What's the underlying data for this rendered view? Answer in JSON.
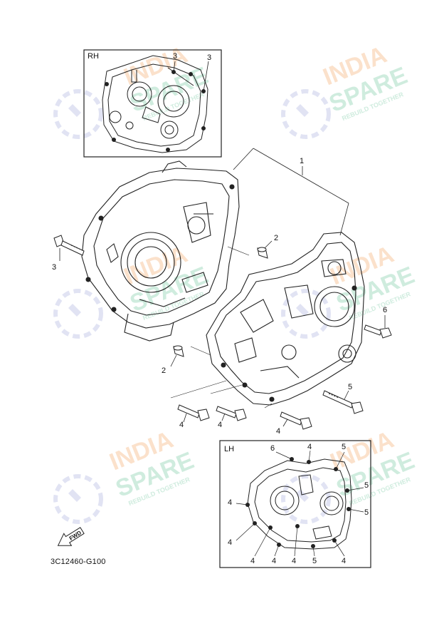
{
  "diagram": {
    "inset_rh": {
      "label": "RH",
      "callouts": [
        "3",
        "3"
      ]
    },
    "inset_lh": {
      "label": "LH",
      "callouts": [
        "6",
        "4",
        "5",
        "5",
        "5",
        "4",
        "4",
        "4",
        "4",
        "4",
        "5",
        "4"
      ]
    },
    "main_callouts": [
      "1",
      "2",
      "3",
      "2",
      "6",
      "5",
      "4",
      "4",
      "4"
    ],
    "fwd_arrow": "FWD",
    "drawing_code": "3C12460-G100",
    "watermark": {
      "brand_top": "INDIA",
      "brand_bottom": "SPARE",
      "tagline": "REBUILD TOGETHER"
    },
    "colors": {
      "line": "#222222",
      "wm_orange": "#f7c9a0",
      "wm_green": "#a8dcc4",
      "wm_blue": "#c9cdea"
    }
  }
}
